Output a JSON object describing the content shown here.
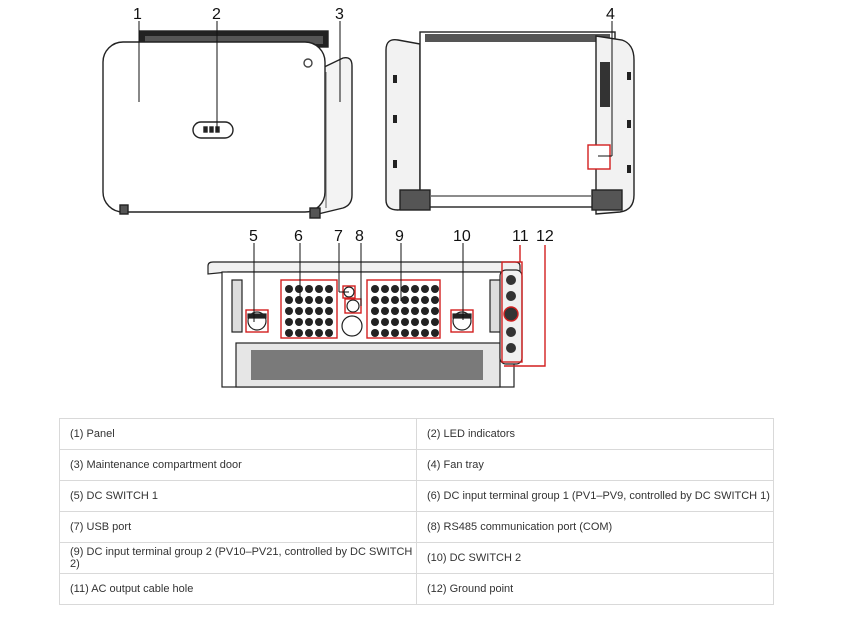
{
  "callouts": [
    "1",
    "2",
    "3",
    "4",
    "5",
    "6",
    "7",
    "8",
    "9",
    "10",
    "11",
    "12"
  ],
  "legend": [
    [
      "(1) Panel",
      "(2) LED indicators"
    ],
    [
      "(3) Maintenance compartment door",
      "(4) Fan tray"
    ],
    [
      "(5) DC SWITCH 1",
      "(6) DC input terminal group 1 (PV1–PV9, controlled by DC SWITCH 1)"
    ],
    [
      "(7) USB port",
      "(8) RS485 communication port (COM)"
    ],
    [
      "(9) DC input terminal group 2 (PV10–PV21, controlled by DC SWITCH 2)",
      "(10) DC SWITCH 2"
    ],
    [
      "(11) AC output cable hole",
      "(12) Ground point"
    ]
  ],
  "colors": {
    "callout_box": "#d21f1f",
    "line": "#111111",
    "border": "#d9d9d9"
  }
}
